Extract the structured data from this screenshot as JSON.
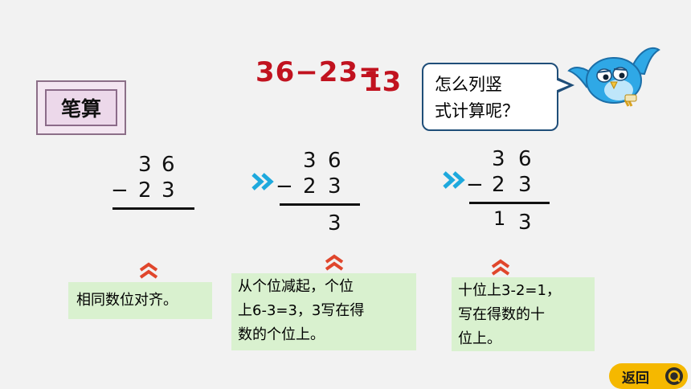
{
  "header": {
    "equation": "36−23=",
    "answer": "13"
  },
  "label": {
    "text": "笔算"
  },
  "bubble": {
    "line1": "怎么列竖",
    "line2": "式计算呢？"
  },
  "steps": [
    {
      "top": [
        "3",
        "6"
      ],
      "operator": "−",
      "bottom": [
        "2",
        "3"
      ],
      "result": [
        "",
        ""
      ]
    },
    {
      "top": [
        "3",
        "6"
      ],
      "operator": "−",
      "bottom": [
        "2",
        "3"
      ],
      "result": [
        "",
        "3"
      ]
    },
    {
      "top": [
        "3",
        "6"
      ],
      "operator": "−",
      "bottom": [
        "2",
        "3"
      ],
      "result": [
        "1",
        "3"
      ]
    }
  ],
  "notes": [
    {
      "lines": [
        "相同数位对齐。"
      ]
    },
    {
      "lines": [
        "从个位减起，个位",
        "上6-3=3，3写在得",
        "数的个位上。"
      ]
    },
    {
      "lines": [
        "十位上3-2=1，",
        "写在得数的十",
        "位上。"
      ]
    }
  ],
  "nav": {
    "return_label": "返回"
  },
  "colors": {
    "equation": "#c1121f",
    "chevron": "#1ea9dd",
    "caret": "#e0462c",
    "note_bg": "#d9f1cf",
    "return_bg": "#f5b800",
    "bird": "#2fa8e6"
  },
  "icons": [
    "double-chevron-right-icon",
    "up-caret-icon",
    "bird-icon",
    "return-icon"
  ]
}
